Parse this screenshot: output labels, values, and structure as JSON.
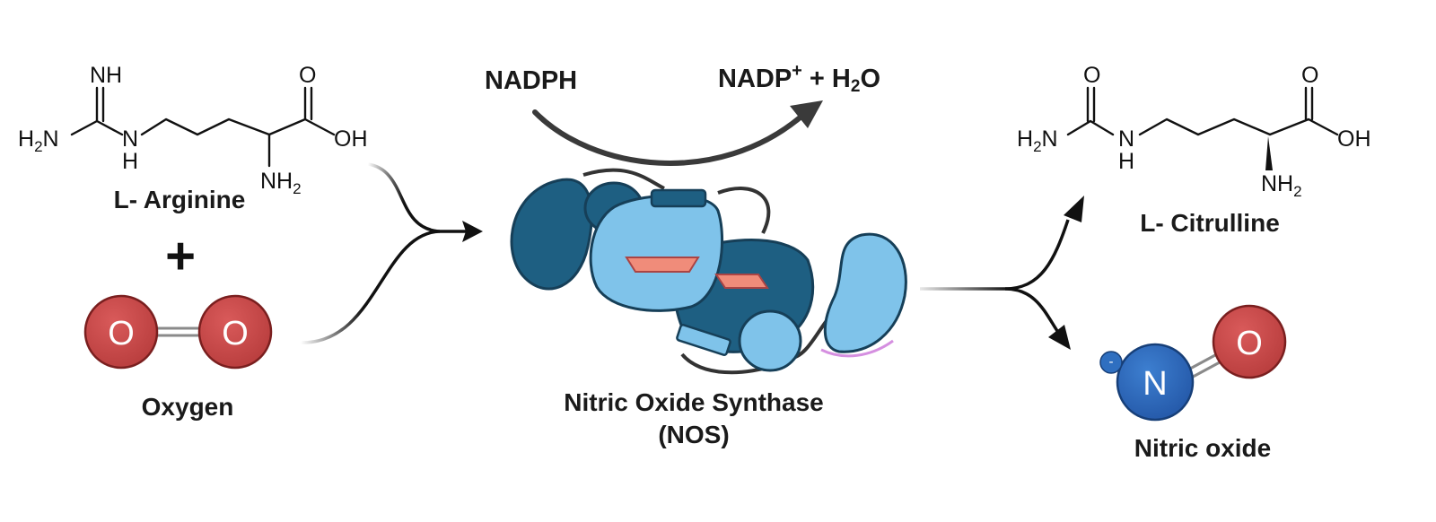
{
  "reactants": {
    "arginine": {
      "name": "L- Arginine",
      "atoms": {
        "nh": "NH",
        "h2n": "H",
        "h2n_sub": "2",
        "h2n_n": "N",
        "nh_n": "N",
        "nh_h": "H",
        "nh2": "NH",
        "nh2_sub": "2",
        "oxo": "O",
        "oh": "OH"
      }
    },
    "plus": "+",
    "oxygen": {
      "name": "Oxygen",
      "atom1": "O",
      "atom2": "O",
      "color": "#c84b4b"
    }
  },
  "enzyme": {
    "name_line1": "Nitric Oxide Synthase",
    "name_line2": "(NOS)",
    "colors": {
      "dark": "#1e5f82",
      "light": "#7fc3ea",
      "heme": "#f08c7a"
    }
  },
  "cofactors": {
    "input": "NADPH",
    "output_main": "NADP",
    "output_sup": "+",
    "output_plus": " + H",
    "output_sub": "2",
    "output_tail": "O"
  },
  "products": {
    "citrulline": {
      "name": "L- Citrulline",
      "atoms": {
        "oxo1": "O",
        "oxo2": "O",
        "h2n": "H",
        "h2n_sub": "2",
        "h2n_n": "N",
        "nh_n": "N",
        "nh_h": "H",
        "nh2": "NH",
        "nh2_sub": "2",
        "oh": "OH"
      }
    },
    "nitric_oxide": {
      "name": "Nitric oxide",
      "atom_n": "N",
      "atom_o": "O",
      "charge": "-",
      "color_n": "#2f6fc0",
      "color_o": "#c84b4b"
    }
  }
}
